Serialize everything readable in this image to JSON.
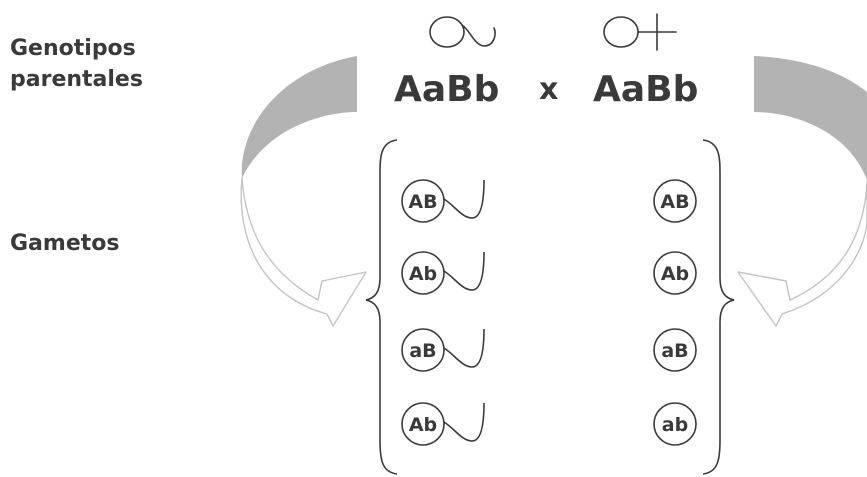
{
  "labels": {
    "parental_line1": "Genotipos",
    "parental_line2": "parentales",
    "gametes": "Gametos"
  },
  "cross": {
    "left_genotype": "AaBb",
    "operator": "x",
    "right_genotype": "AaBb",
    "left_symbol_icon": "male-symbol-icon",
    "right_symbol_icon": "female-symbol-icon"
  },
  "gametes": {
    "left": [
      "AB",
      "Ab",
      "aB",
      "Ab"
    ],
    "right": [
      "AB",
      "Ab",
      "aB",
      "ab"
    ]
  },
  "colors": {
    "text": "#3a3a3a",
    "arrow_fill": "#b3b3b3",
    "arrow_outline": "#c4c4c4"
  }
}
